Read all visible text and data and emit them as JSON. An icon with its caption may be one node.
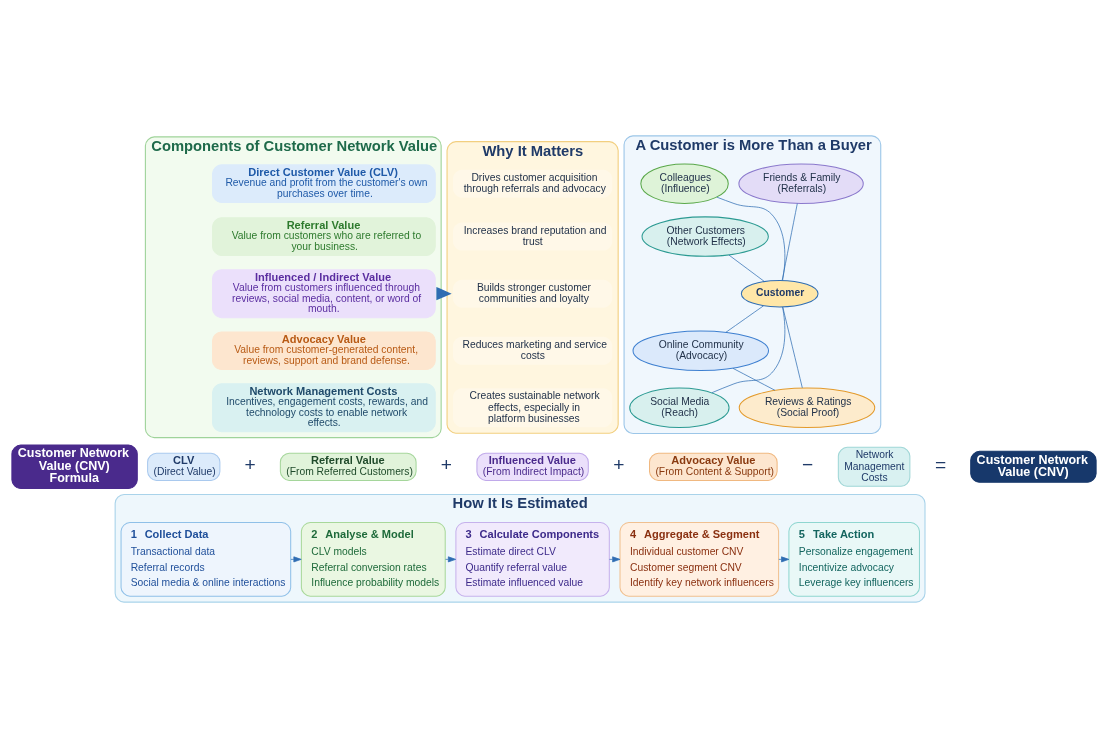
{
  "diagram": {
    "nodes": [
      {
        "text": [
          "A Customer is More Than a Buyer"
        ]
      },
      {
        "text": [
          "Customer"
        ],
        "in": 0
      },
      {
        "text": [
          "Friends & Family (Referrals)"
        ],
        "in": 0
      },
      {
        "text": [
          "Colleagues (Influence)"
        ],
        "in": 0
      },
      {
        "text": [
          "Other Customers (Network Effects)"
        ],
        "in": 0
      },
      {
        "text": [
          "Online Community (Advocacy)"
        ],
        "in": 0
      },
      {
        "text": [
          "Social Media (Reach)"
        ],
        "in": 0
      },
      {
        "text": [
          "Reviews & Ratings (Social Proof)"
        ],
        "in": 0
      },
      {
        "text": [
          "Components of Customer Network Value"
        ]
      },
      {
        "text": [
          "Direct Customer Value (CLV)",
          "Revenue and profit from the customer's own purchases over time."
        ],
        "in": 8
      },
      {
        "text": [
          "Referral Value",
          "Value from customers who are referred to your business."
        ],
        "in": 8
      },
      {
        "text": [
          "Influenced / Indirect Value",
          "Value from customers influenced through reviews, social media, content, or word of mouth."
        ],
        "in": 8
      },
      {
        "text": [
          "Advocacy Value",
          "Value from customer-generated content, reviews, support and brand defense."
        ],
        "in": 8
      },
      {
        "text": [
          "Network Management Costs",
          "Incentives, engagement costs, rewards, and technology costs to enable network effects."
        ],
        "in": 8
      },
      {
        "text": [
          "Why It Matters"
        ]
      },
      {
        "text": [
          "Drives customer acquisition through referrals and advocacy"
        ],
        "in": 14
      },
      {
        "text": [
          "Increases brand reputation and trust"
        ],
        "in": 14
      },
      {
        "text": [
          "Builds stronger customer communities and loyalty"
        ],
        "in": 14
      },
      {
        "text": [
          "Reduces marketing and service costs"
        ],
        "in": 14
      },
      {
        "text": [
          "Creates sustainable network effects, especially in platform businesses"
        ],
        "in": 14
      },
      {
        "text": [
          "Customer Network Value (CNV) Formula"
        ]
      },
      {
        "text": [
          "CLV",
          "(Direct Value)"
        ]
      },
      {
        "text": [
          "Referral Value",
          "(From Referred Customers)"
        ]
      },
      {
        "text": [
          "Influenced Value",
          "(From Indirect Impact)"
        ]
      },
      {
        "text": [
          "Advocacy Value",
          "(From Content & Support)"
        ]
      },
      {
        "text": [
          "Network Management Costs"
        ]
      },
      {
        "text": [
          "Customer Network Value (CNV)"
        ]
      },
      {
        "text": [
          "How It Is Estimated"
        ]
      },
      {
        "text": [
          "1",
          "Collect Data",
          "Transactional data",
          "Referral records",
          "Social media & online interactions"
        ],
        "in": 27
      },
      {
        "text": [
          "2",
          "Analyse & Model",
          "CLV models",
          "Referral conversion rates",
          "Influence probability models"
        ],
        "in": 27
      },
      {
        "text": [
          "3",
          "Calculate Components",
          "Estimate direct CLV",
          "Quantify referral value",
          "Estimate influenced value"
        ],
        "in": 27
      },
      {
        "text": [
          "4",
          "Aggregate & Segment",
          "Individual customer CNV",
          "Customer segment CNV",
          "Identify key network influencers"
        ],
        "in": 27
      },
      {
        "text": [
          "5",
          "Take Action",
          "Personalize engagement",
          "Incentivize advocacy",
          "Leverage key influencers"
        ],
        "in": 27
      }
    ],
    "edges": [
      {
        "from": 2,
        "to": 1,
        "arrow": "none"
      },
      {
        "from": 3,
        "to": 1,
        "arrow": "none"
      },
      {
        "from": 4,
        "to": 1,
        "arrow": "none"
      },
      {
        "from": 1,
        "to": 5,
        "arrow": "none"
      },
      {
        "from": 1,
        "to": 6,
        "arrow": "none"
      },
      {
        "from": 1,
        "to": 7,
        "arrow": "none"
      },
      {
        "from": 7,
        "to": 5,
        "arrow": "none"
      },
      {
        "from": 8,
        "to": 14,
        "arrow": "to"
      },
      {
        "from": 28,
        "to": 29,
        "arrow": "to"
      },
      {
        "from": 29,
        "to": 30,
        "arrow": "to"
      },
      {
        "from": 30,
        "to": 31,
        "arrow": "to"
      },
      {
        "from": 31,
        "to": 32,
        "arrow": "to"
      }
    ],
    "labels": [
      "+",
      "+",
      "+",
      "−",
      "="
    ]
  }
}
